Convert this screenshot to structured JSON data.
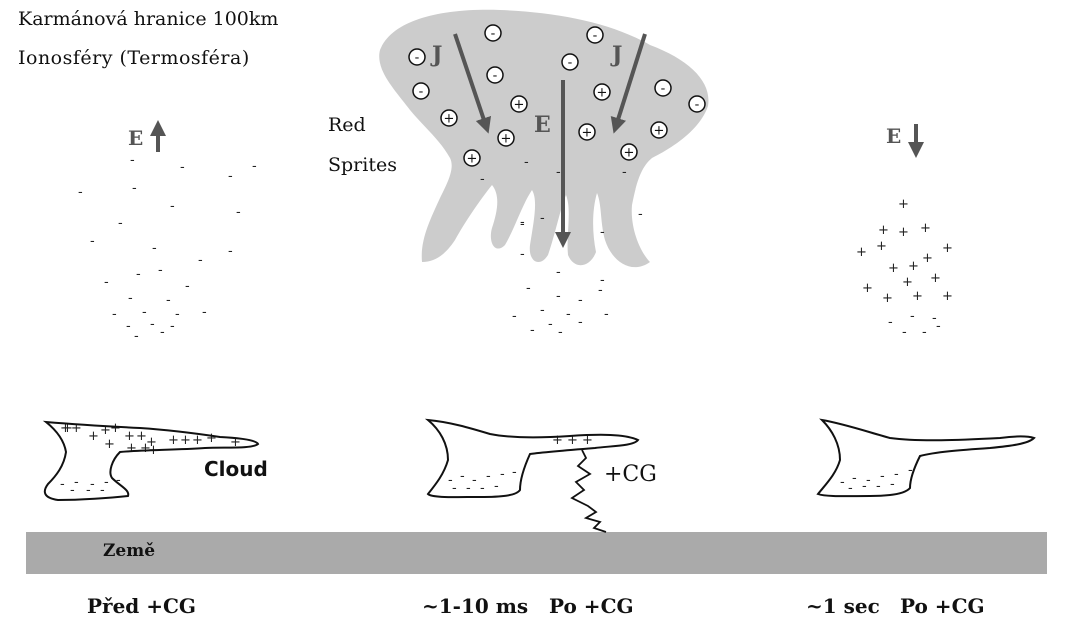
{
  "labels": {
    "title": "Karmánová hranice 100km",
    "ionosphere": "Ionosféry (Termosféra)",
    "red": "Red",
    "sprites": "Sprites",
    "cloud": "Cloud",
    "cg": "+CG",
    "ground": "Země",
    "col1": "Před +CG",
    "col2_time": "~1-10 ms",
    "col2_after": "Po +CG",
    "col3_time": "~1 sec",
    "col3_after": "Po +CG"
  },
  "symbols": {
    "field": "E",
    "current": "J",
    "minus": "-",
    "plus": "+",
    "plus_pair": "++",
    "plus_triple": "+ + +"
  },
  "colors": {
    "ground": "#aaaaaa",
    "sprite_fill": "#cccccc",
    "arrow": "#555555"
  },
  "icons": {
    "field_up": "arrow-up-icon",
    "field_down": "arrow-down-icon",
    "negative_ion": "negative-ion-icon",
    "positive_ion": "positive-ion-icon",
    "lightning": "lightning-bolt-icon"
  }
}
